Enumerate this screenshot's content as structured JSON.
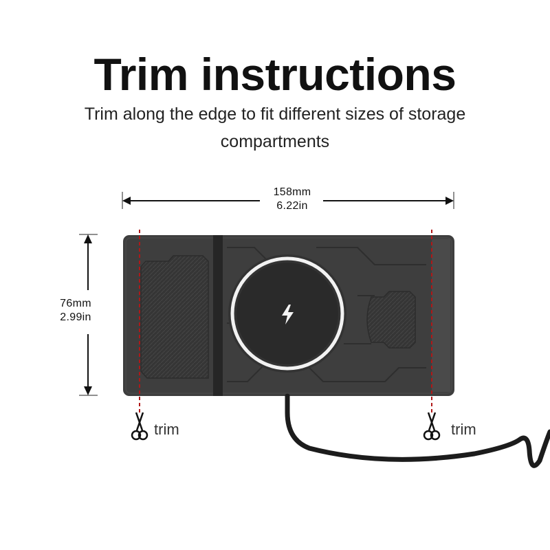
{
  "heading": {
    "title": "Trim instructions",
    "subtitle": "Trim along the edge to fit different sizes of storage compartments"
  },
  "dimensions": {
    "width_mm": "158mm",
    "width_in": "6.22in",
    "height_mm": "76mm",
    "height_in": "2.99in"
  },
  "trim_marks": {
    "left_label": "trim",
    "right_label": "trim",
    "cut_line_color": "#b01818"
  },
  "device": {
    "mat_color": "#3e3e3e",
    "ring_color": "#f2f2f2",
    "icons": [
      "charging-bolt-icon",
      "scissors-icon"
    ]
  }
}
